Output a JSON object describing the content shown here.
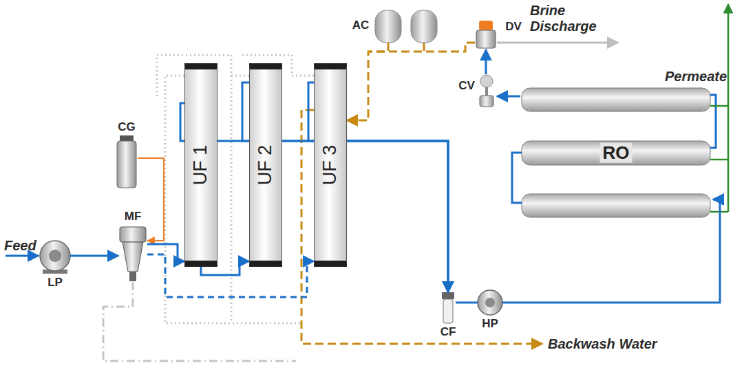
{
  "diagram": {
    "nodes": [
      {
        "text": [
          "LP"
        ]
      },
      {
        "text": [
          "MF"
        ]
      },
      {
        "text": [
          "CG"
        ]
      },
      {
        "text": [
          "UF 1"
        ]
      },
      {
        "text": [
          "UF 2"
        ]
      },
      {
        "text": [
          "UF 3"
        ]
      },
      {
        "text": [
          "AC"
        ]
      },
      {
        "text": [
          "DV"
        ]
      },
      {
        "text": [
          "CV"
        ]
      },
      {
        "text": [
          "RO"
        ]
      },
      {
        "text": [
          "CF"
        ]
      },
      {
        "text": [
          "HP"
        ]
      }
    ],
    "edges": [
      {
        "from": 0,
        "to": 1,
        "arrow": "to"
      },
      {
        "from": 2,
        "to": 1,
        "arrow": "to"
      },
      {
        "from": 1,
        "to": 3,
        "arrow": "to"
      },
      {
        "from": 3,
        "to": 4,
        "arrow": "to"
      },
      {
        "from": 1,
        "to": 5,
        "arrow": "to"
      },
      {
        "from": 3,
        "to": 10,
        "arrow": "to"
      },
      {
        "from": 4,
        "to": 10,
        "arrow": "to"
      },
      {
        "from": 5,
        "to": 10,
        "arrow": "to"
      },
      {
        "from": 10,
        "to": 11,
        "arrow": "none"
      },
      {
        "from": 11,
        "to": 9,
        "arrow": "to"
      },
      {
        "from": 9,
        "to": 8,
        "arrow": "to"
      },
      {
        "from": 8,
        "to": 7,
        "arrow": "to"
      },
      {
        "from": 6,
        "to": 5,
        "arrow": "to"
      }
    ],
    "labels": [
      "Feed",
      "Brine Discharge",
      "Permeate",
      "Backwash Water"
    ]
  }
}
